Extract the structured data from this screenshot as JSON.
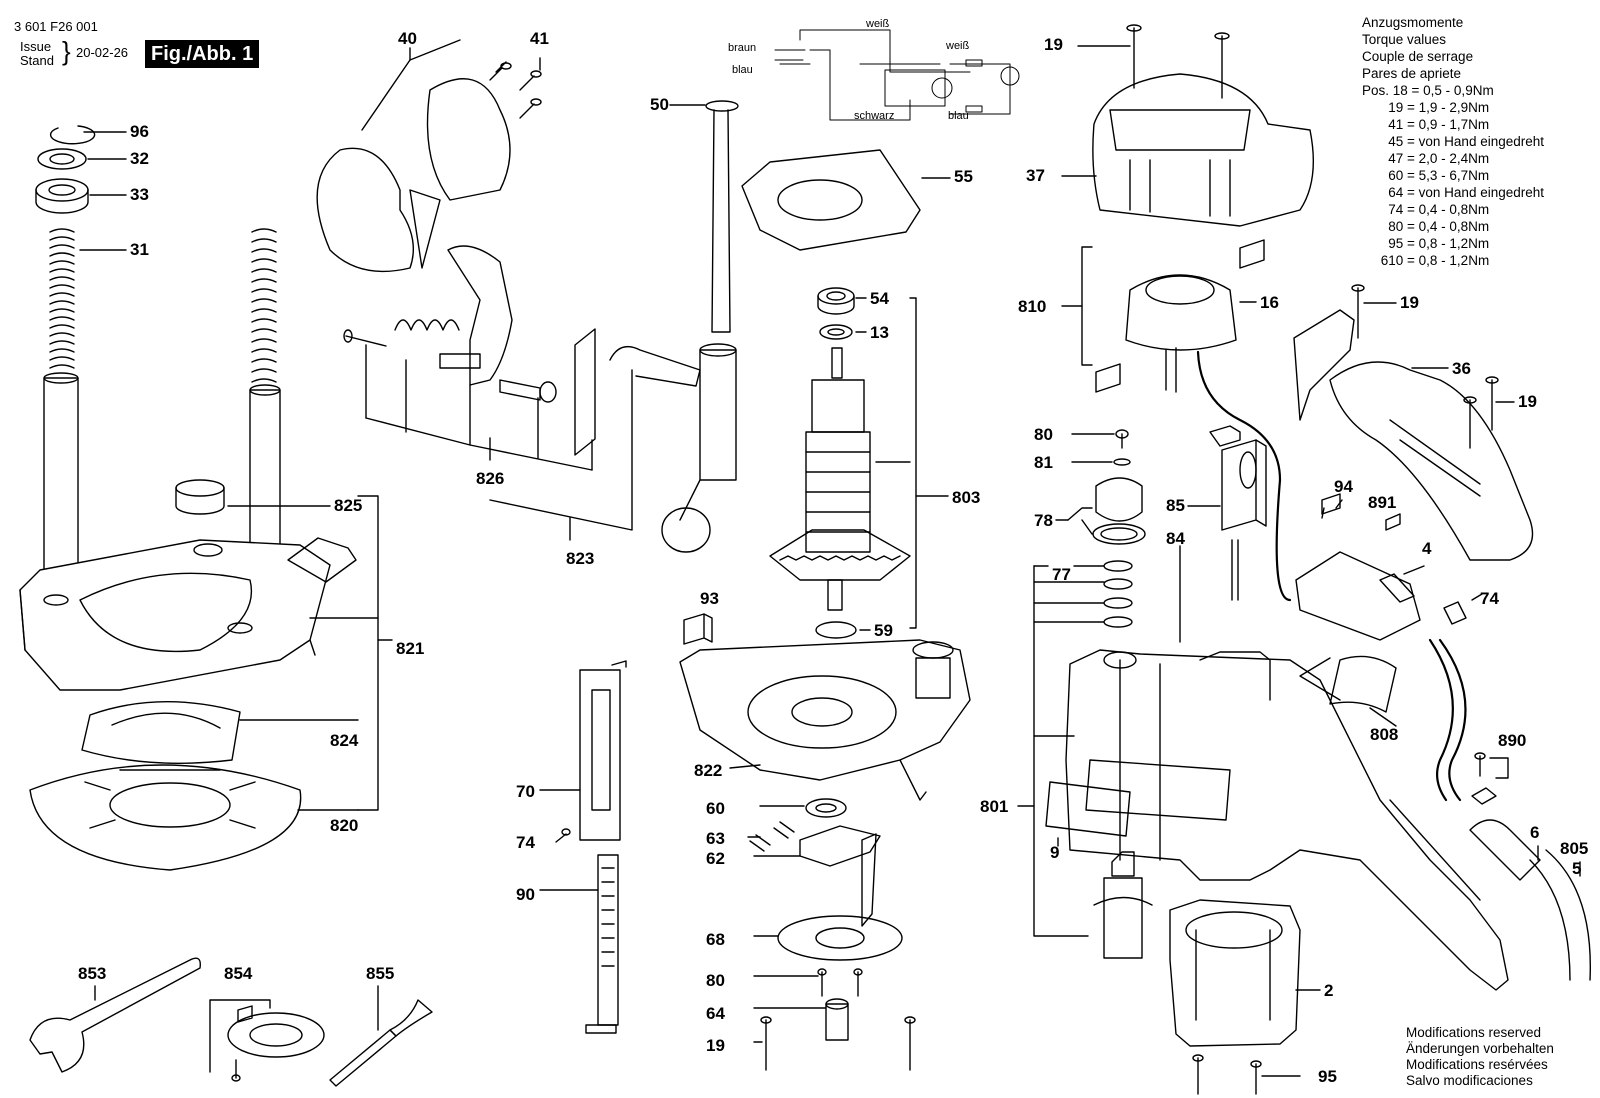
{
  "header": {
    "part_number": "3 601 F26 001",
    "issue_label": "Issue",
    "stand_label": "Stand",
    "date": "20-02-26",
    "figure": "Fig./Abb. 1"
  },
  "torque": {
    "title_lines": [
      "Anzugsmomente",
      "Torque values",
      "Couple de serrage",
      "Pares de apriete"
    ],
    "rows": [
      "Pos. 18 = 0,5 - 0,9Nm",
      "       19 = 1,9 - 2,9Nm",
      "       41 = 0,9 - 1,7Nm",
      "       45 = von Hand eingedreht",
      "       47 = 2,0 - 2,4Nm",
      "       60 = 5,3 - 6,7Nm",
      "       64 = von Hand eingedreht",
      "       74 = 0,4 - 0,8Nm",
      "       80 = 0,4 - 0,8Nm",
      "       95 = 0,8 - 1,2Nm",
      "     610 = 0,8 - 1,2Nm"
    ]
  },
  "wiring": {
    "braun": "braun",
    "blau1": "blau",
    "weiss1": "weiß",
    "weiss2": "weiß",
    "schwarz": "schwarz",
    "blau2": "blau"
  },
  "modifications": [
    "Modifications reserved",
    "Änderungen vorbehalten",
    "Modifications resérvées",
    "Salvo modificaciones"
  ],
  "part_labels": {
    "p96": "96",
    "p32": "32",
    "p33": "33",
    "p31": "31",
    "p40": "40",
    "p41": "41",
    "p50": "50",
    "p55": "55",
    "p19a": "19",
    "p37": "37",
    "p54": "54",
    "p13": "13",
    "p803": "803",
    "p59": "59",
    "p810": "810",
    "p16": "16",
    "p19b": "19",
    "p36": "36",
    "p19c": "19",
    "p826": "826",
    "p823": "823",
    "p825": "825",
    "p821": "821",
    "p824": "824",
    "p820": "820",
    "p80a": "80",
    "p81": "81",
    "p78": "78",
    "p85": "85",
    "p84": "84",
    "p77": "77",
    "p94": "94",
    "p891": "891",
    "p4": "4",
    "p74a": "74",
    "p93": "93",
    "p822": "822",
    "p70": "70",
    "p74b": "74",
    "p90": "90",
    "p60": "60",
    "p63": "63",
    "p62": "62",
    "p68": "68",
    "p80b": "80",
    "p64": "64",
    "p19d": "19",
    "p808": "808",
    "p890": "890",
    "p801": "801",
    "p9": "9",
    "p6": "6",
    "p805": "805",
    "p5": "5",
    "p2": "2",
    "p95": "95",
    "p853": "853",
    "p854": "854",
    "p855": "855"
  }
}
